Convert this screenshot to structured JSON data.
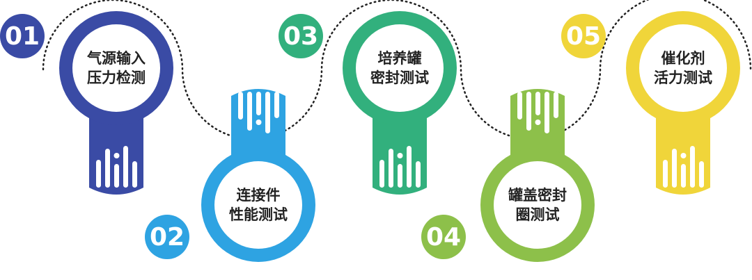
{
  "colors": {
    "step1": "#3a4ba5",
    "step2": "#2ea3e2",
    "step3": "#32b07d",
    "step4": "#8dc04a",
    "step5": "#f0d53a",
    "path": "#222222"
  },
  "steps": [
    {
      "number": "01",
      "line1": "气源输入",
      "line2": "压力检测",
      "color": "step1"
    },
    {
      "number": "02",
      "line1": "连接件",
      "line2": "性能测试",
      "color": "step2"
    },
    {
      "number": "03",
      "line1": "培养罐",
      "line2": "密封测试",
      "color": "step3"
    },
    {
      "number": "04",
      "line1": "罐盖密封",
      "line2": "圈测试",
      "color": "step4"
    },
    {
      "number": "05",
      "line1": "催化剂",
      "line2": "活力测试",
      "color": "step5"
    }
  ]
}
